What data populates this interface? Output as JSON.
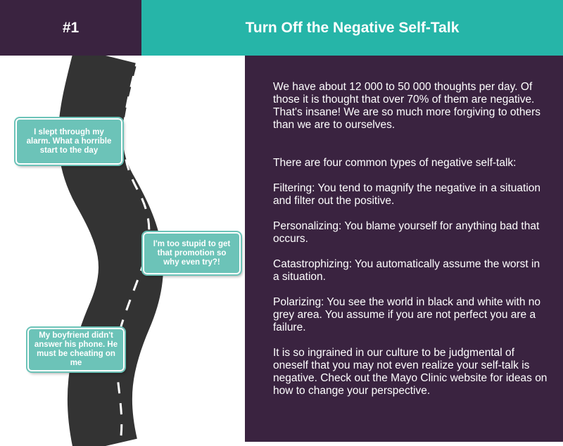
{
  "header": {
    "number": "#1",
    "title": "Turn Off the Negative Self-Talk"
  },
  "colors": {
    "dark_purple": "#3a2340",
    "teal": "#26b5a8",
    "bubble_teal": "#6cc3b8",
    "road": "#333333"
  },
  "bubbles": [
    {
      "text": "I slept through my alarm. What a horrible start to the day"
    },
    {
      "text": "I'm too stupid to get that promotion so why even try?!"
    },
    {
      "text": "My boyfriend didn't answer his phone. He must be cheating on me"
    }
  ],
  "paragraphs": [
    "We have about 12 000 to 50 000 thoughts per day. Of those it is thought that over 70% of them are negative. That's insane! We are so much more forgiving to others than we are to ourselves.",
    "There are four common types of negative self-talk:",
    "Filtering: You tend to magnify the negative in a situation and filter out the positive.",
    "Personalizing: You blame yourself for anything bad that occurs.",
    "Catastrophizing: You automatically assume the worst in a situation.",
    "Polarizing: You see the world in black and white with no grey area. You assume if you are not perfect you are a failure.",
    "It is so ingrained in our culture to be judgmental of oneself that you may not even realize your self-talk is negative. Check out the Mayo Clinic website for ideas on how to change your perspective."
  ]
}
